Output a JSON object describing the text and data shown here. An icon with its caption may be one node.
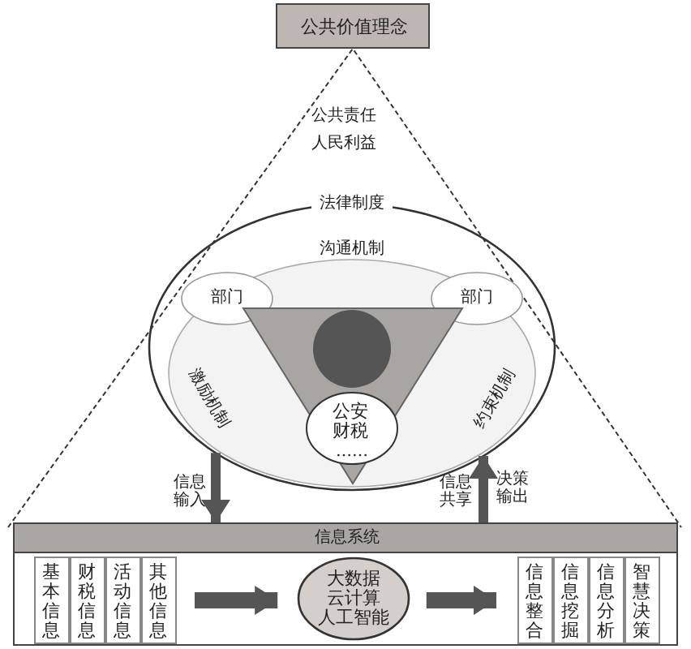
{
  "diagram": {
    "nodes": [
      {
        "text": [
          "公共价值理念"
        ]
      },
      {
        "text": [
          "法律制度"
        ]
      },
      {
        "text": [
          "沟通机制"
        ],
        "in": 1
      },
      {
        "text": [
          "部门"
        ],
        "in": 2
      },
      {
        "text": [
          "部门"
        ],
        "in": 2
      },
      {
        "text": [],
        "shape": "triangle",
        "in": 2
      },
      {
        "text": [],
        "shape": "circle",
        "in": 5
      },
      {
        "text": [
          "公安财税",
          "……"
        ],
        "in": 5
      },
      {
        "text": [
          "信息系统"
        ]
      },
      {
        "text": [
          "基本信息"
        ],
        "in": 8
      },
      {
        "text": [
          "财税信息"
        ],
        "in": 8
      },
      {
        "text": [
          "活动信息"
        ],
        "in": 8
      },
      {
        "text": [
          "其他信息"
        ],
        "in": 8
      },
      {
        "text": [
          "大数据",
          "云计算",
          "人工智能"
        ],
        "in": 8
      },
      {
        "text": [
          "信息整合"
        ],
        "in": 8
      },
      {
        "text": [
          "信息挖掘"
        ],
        "in": 8
      },
      {
        "text": [
          "信息分析"
        ],
        "in": 8
      },
      {
        "text": [
          "智慧决策"
        ],
        "in": 8
      }
    ],
    "edges": [
      {
        "from": 1,
        "to": 8,
        "arrow": "to",
        "label": "信息输入"
      },
      {
        "from": 8,
        "to": 1,
        "arrow": "to",
        "label": "信息共享"
      },
      {
        "from": 12,
        "to": 13,
        "arrow": "to"
      },
      {
        "from": 13,
        "to": 14,
        "arrow": "to"
      }
    ],
    "labels": [
      "公共责任",
      "人民利益",
      "激励机制",
      "约束机制",
      "决策输出"
    ]
  }
}
